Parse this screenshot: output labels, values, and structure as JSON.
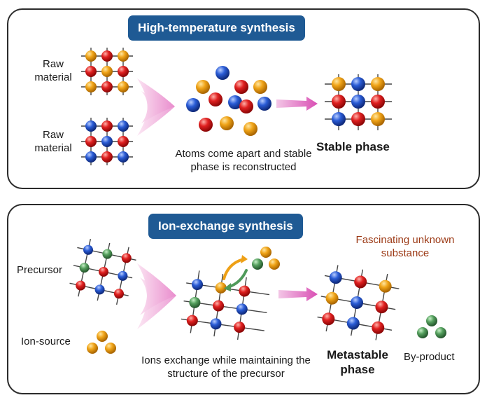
{
  "high_temp": {
    "title": "High-temperature synthesis",
    "raw_material_1": "Raw material",
    "raw_material_2": "Raw material",
    "caption": "Atoms come apart and stable phase is reconstructed",
    "result": "Stable phase"
  },
  "ion_exchange": {
    "title": "Ion-exchange synthesis",
    "precursor": "Precursor",
    "ion_source": "Ion-source",
    "caption": "Ions exchange while maintaining the structure of the precursor",
    "result": "Metastable phase",
    "note": "Fascinating unknown substance",
    "byproduct": "By-product"
  },
  "colors": {
    "badge": "#1f5a94",
    "atom_red": "#d81818",
    "atom_blue": "#2458d0",
    "atom_orange": "#eea016",
    "atom_green": "#4f9a5a",
    "arrow": "#d94fb4",
    "note_text": "#9c3a16"
  }
}
